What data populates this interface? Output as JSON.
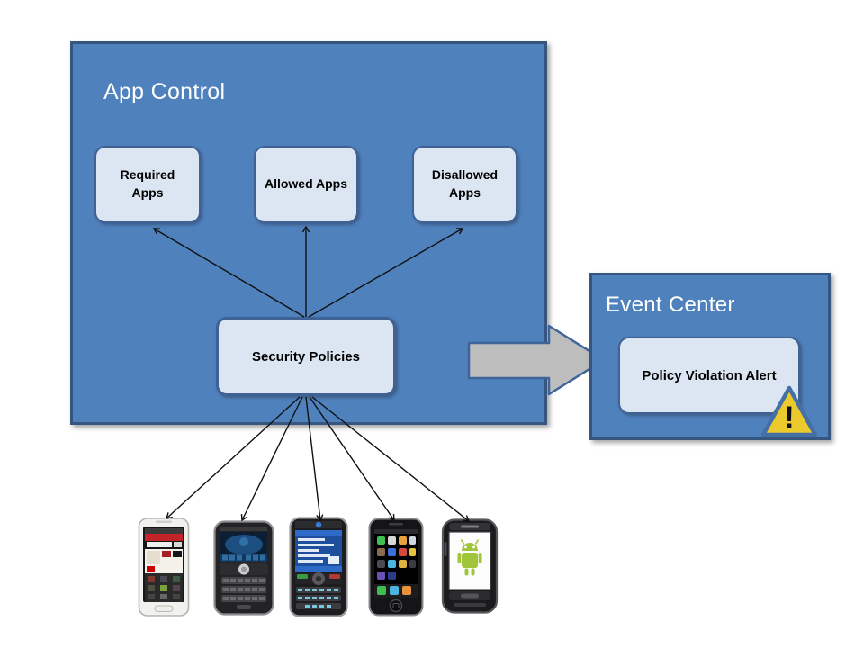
{
  "app_control": {
    "title": "App Control",
    "boxes": [
      {
        "label": "Required Apps"
      },
      {
        "label": "Allowed Apps"
      },
      {
        "label": "Disallowed Apps"
      }
    ],
    "policy_box": {
      "label": "Security Policies"
    }
  },
  "event_center": {
    "title": "Event Center",
    "alert_box": {
      "label": "Policy Violation Alert"
    },
    "warning_icon": "warning-triangle-icon",
    "warning_mark": "!"
  },
  "connections": {
    "policy_to_app_boxes": [
      "Required Apps",
      "Allowed Apps",
      "Disallowed Apps"
    ],
    "policy_to_devices_count": 5,
    "app_control_to_event_center": "block-arrow"
  },
  "devices": [
    {
      "icon": "nokia-phone-icon"
    },
    {
      "icon": "blackberry-phone-icon"
    },
    {
      "icon": "hp-windows-phone-icon"
    },
    {
      "icon": "iphone-icon"
    },
    {
      "icon": "android-phone-icon"
    }
  ],
  "colors": {
    "panel_fill": "#4f81bd",
    "panel_border": "#36557f",
    "node_fill": "#dce6f2",
    "node_border": "#3f6194",
    "block_arrow_fill": "#bdbdbd",
    "block_arrow_border": "#3f6499",
    "warning_yellow": "#ecc92d",
    "warning_border": "#4470a6",
    "title_text": "#ffffff",
    "node_text": "#000000",
    "line_color": "#101010"
  }
}
